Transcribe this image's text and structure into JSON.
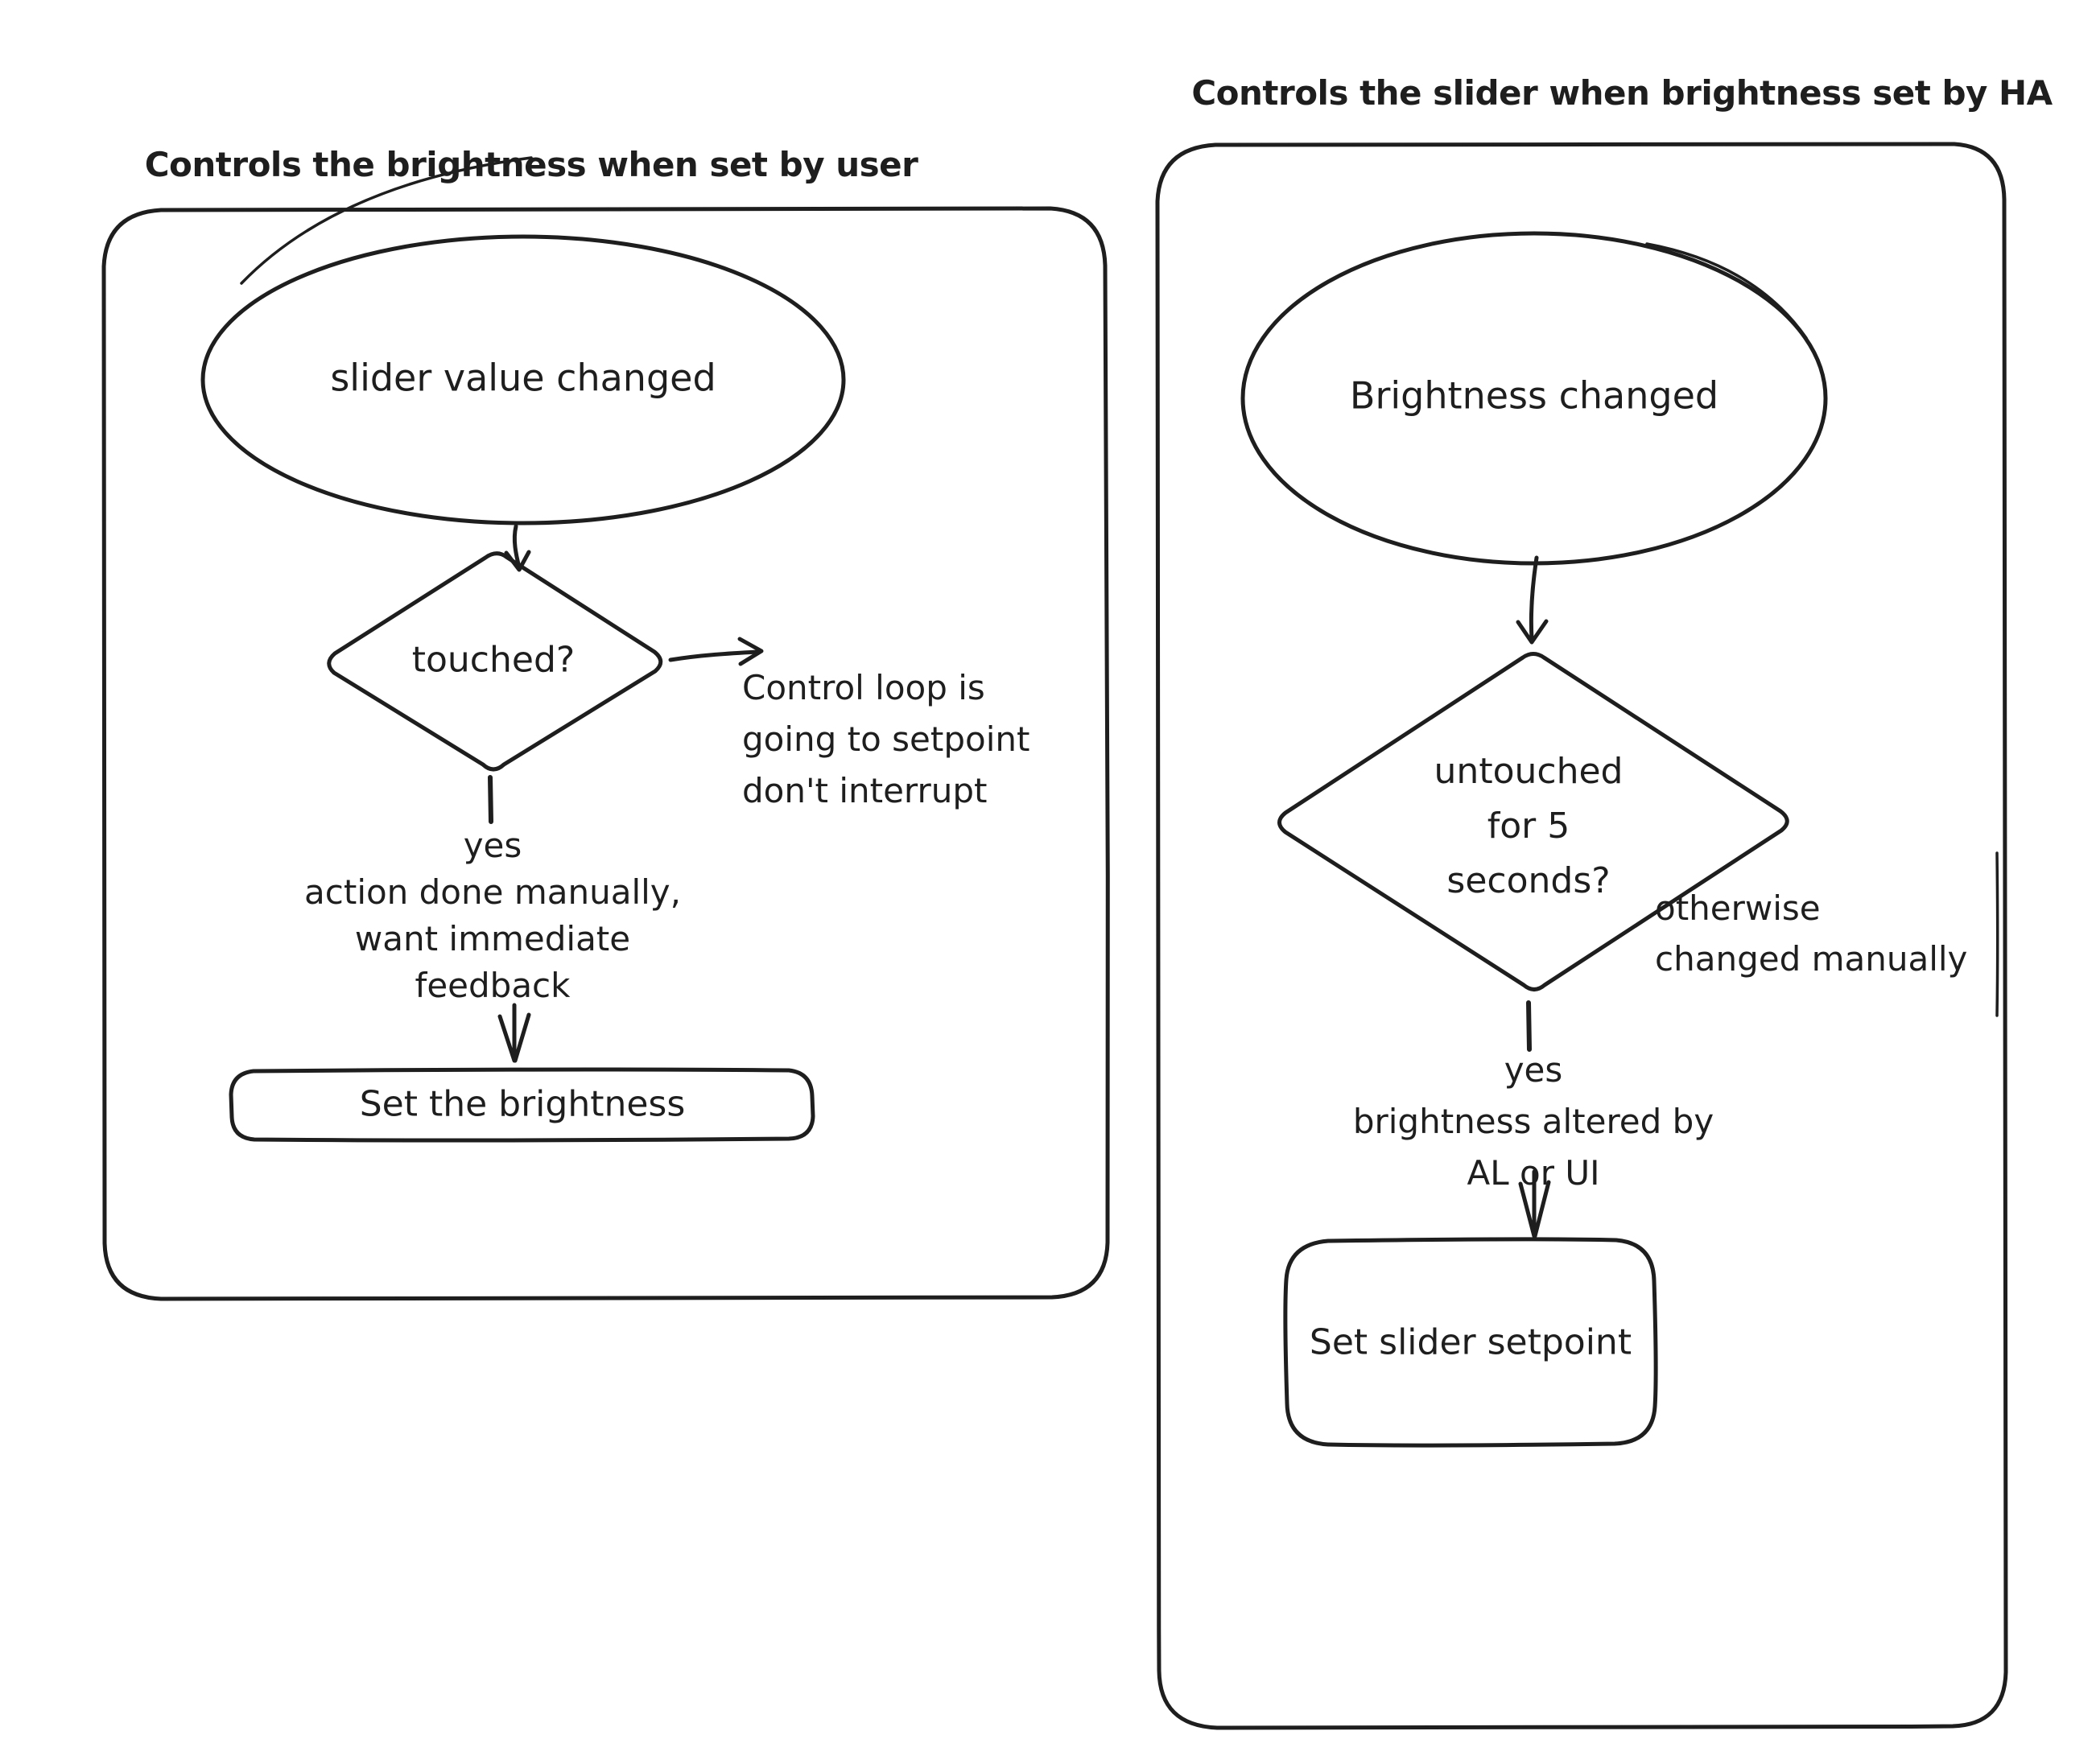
{
  "canvas": {
    "background": "#ffffff",
    "stroke_color": "#1e1e1e"
  },
  "left_panel": {
    "title": "Controls the brightness when set by user",
    "start_ellipse": "slider value changed",
    "decision_diamond": "touched?",
    "no_branch_note": "Control loop is\ngoing to setpoint\ndon't interrupt",
    "yes_branch_note": "yes\naction done manually,\nwant immediate\nfeedback",
    "action_box": "Set the brightness"
  },
  "right_panel": {
    "title": "Controls the slider when brightness set by HA",
    "start_ellipse": "Brightness changed",
    "decision_diamond": "untouched\nfor 5\nseconds?",
    "no_branch_note": "otherwise\nchanged manually",
    "yes_branch_note": "yes\nbrightness altered by\nAL or UI",
    "action_box": "Set slider setpoint"
  }
}
